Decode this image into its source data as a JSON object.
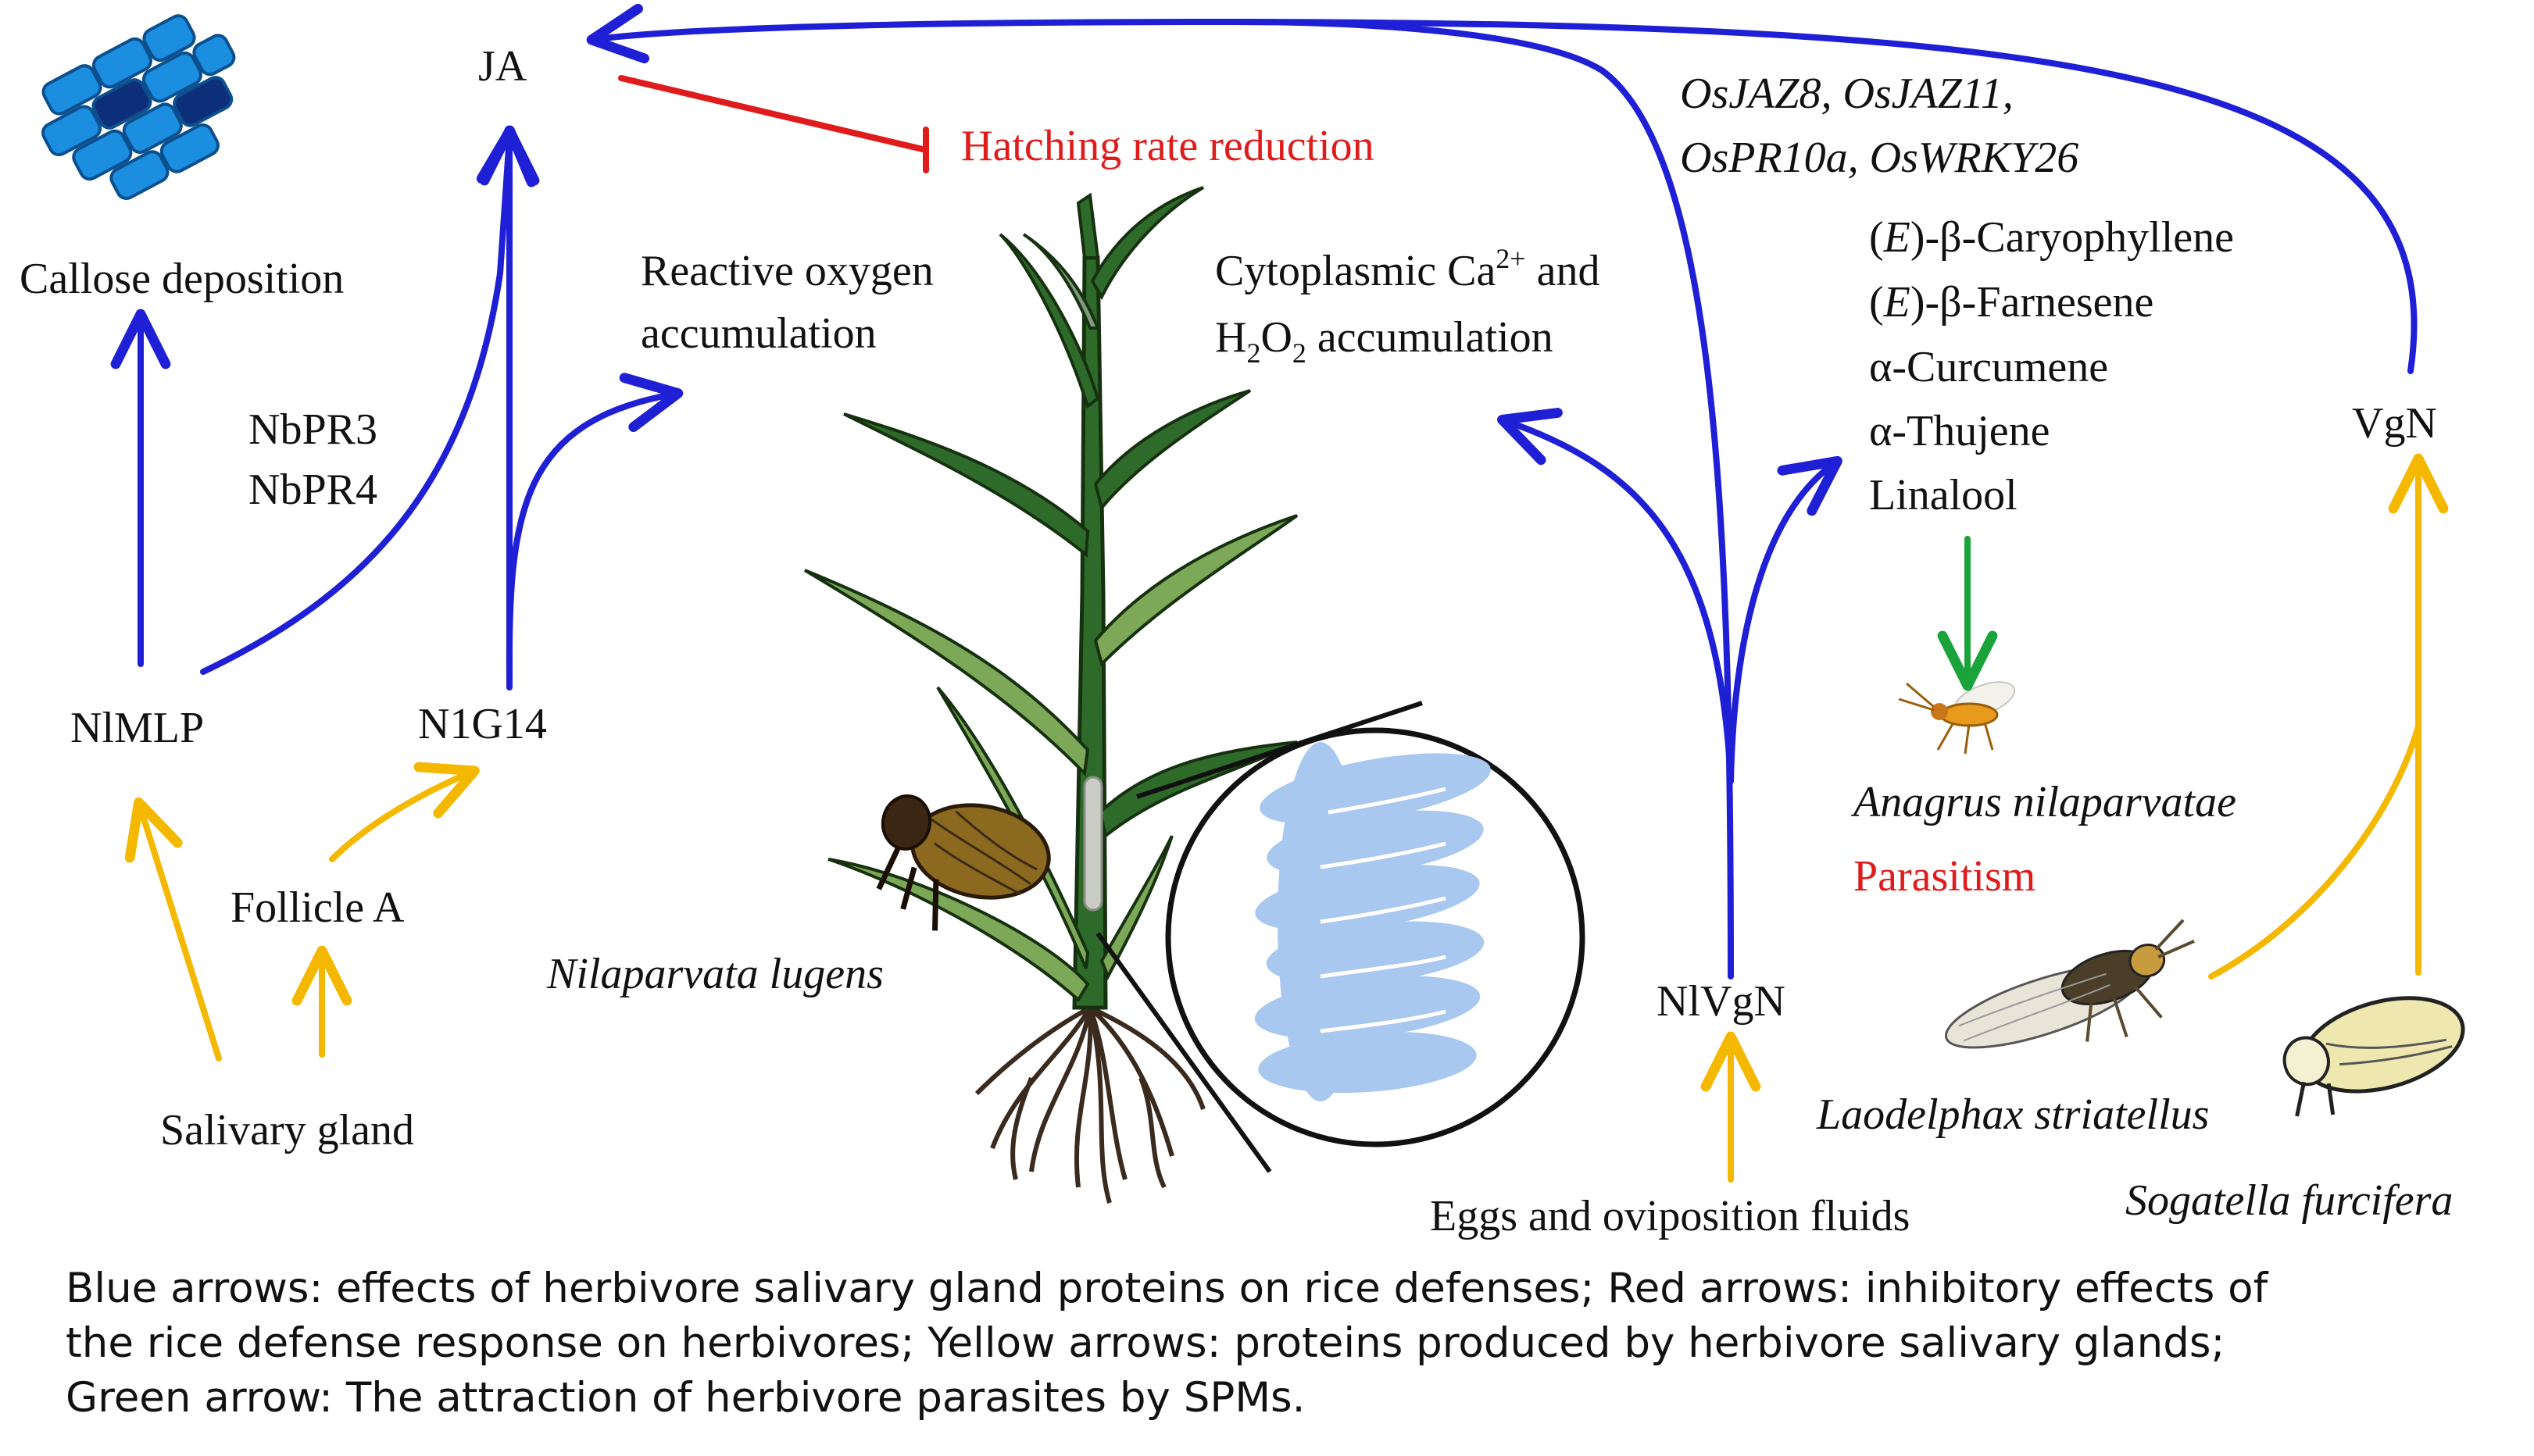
{
  "labels": {
    "ja": "JA",
    "hatching": "Hatching rate reduction",
    "callose": "Callose deposition",
    "nbpr3": "NbPR3",
    "nbpr4": "NbPR4",
    "ros_line1": "Reactive oxygen",
    "ros_line2": "accumulation",
    "ca_line1_main": "Cytoplasmic Ca",
    "ca_line1_sup": "2+",
    "ca_line1_tail": " and",
    "ca_line2_h": "H",
    "ca_line2_sub1": "2",
    "ca_line2_o": "O",
    "ca_line2_sub2": "2",
    "ca_line2_tail": " accumulation",
    "genes_line1": "OsJAZ8, OsJAZ11,",
    "genes_line2": "OsPR10a, OsWRKY26",
    "e_prefix": "E",
    "caryophyllene": "-β-Caryophyllene",
    "farnesene": "-β-Farnesene",
    "curcumene": "α-Curcumene",
    "thujene": "α-Thujene",
    "linalool": "Linalool",
    "vgn": "VgN",
    "nlmlp": "NlMLP",
    "n1g14": "N1G14",
    "follicle": "Follicle A",
    "salivary": "Salivary gland",
    "nilaparvata": "Nilaparvata lugens",
    "nlvgn": "NlVgN",
    "anagrus": "Anagrus nilaparvatae",
    "parasitism": "Parasitism",
    "laodelphax": "Laodelphax striatellus",
    "sogatella": "Sogatella furcifera",
    "eggs": "Eggs and oviposition fluids"
  },
  "caption": {
    "line1": "Blue arrows: effects of herbivore salivary gland proteins on rice defenses; Red arrows: inhibitory effects of",
    "line2": "the rice defense response on herbivores; Yellow arrows: proteins produced by herbivore salivary glands;",
    "line3": "Green arrow: The attraction of herbivore parasites by SPMs."
  },
  "colors": {
    "blue": "#1f1fd6",
    "red": "#e01b1b",
    "yellow": "#f5b800",
    "green": "#1aa33a",
    "leaf_dark": "#2e6b2a",
    "leaf_light": "#7da857",
    "egg": "#a9c8ef",
    "cell": "#1b8ee0"
  }
}
